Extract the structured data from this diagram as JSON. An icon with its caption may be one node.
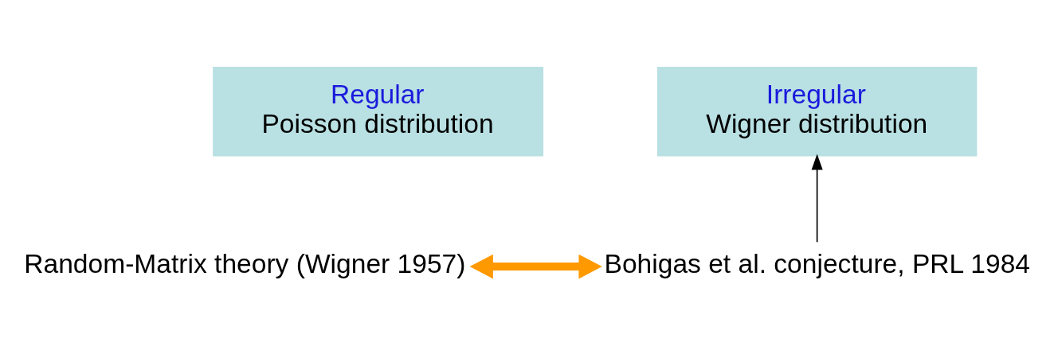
{
  "diagram": {
    "nodes": [
      {
        "text": [
          "Regular",
          "Poisson distribution"
        ]
      },
      {
        "text": [
          "Irregular",
          "Wigner distribution"
        ]
      },
      {
        "text": [
          "Random-Matrix theory (Wigner 1957)"
        ]
      },
      {
        "text": [
          "Bohigas et al. conjecture, PRL 1984"
        ]
      }
    ],
    "edges": [
      {
        "from": 3,
        "to": 1,
        "arrow": "to"
      },
      {
        "from": 2,
        "to": 3,
        "arrow": "both",
        "style": "thick",
        "color": "#ff9900"
      }
    ]
  }
}
